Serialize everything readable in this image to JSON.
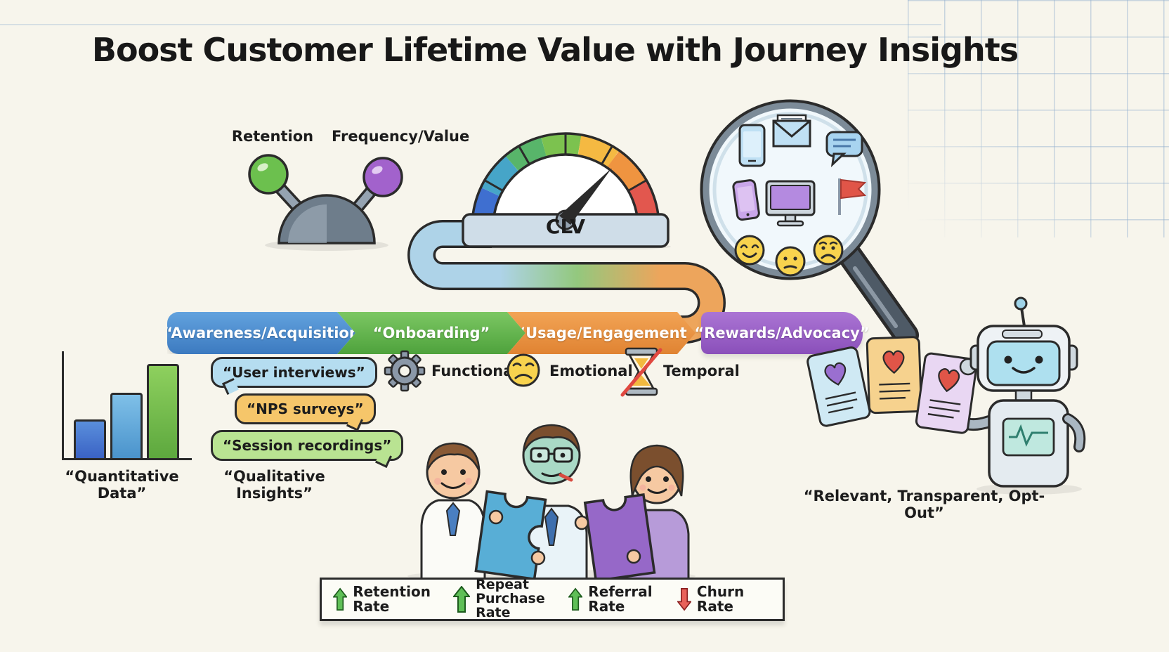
{
  "title": "Boost Customer Lifetime Value with Journey Insights",
  "levers": {
    "left_label": "Retention",
    "right_label": "Frequency/Value",
    "left_ball_color": "#6cc04e",
    "right_ball_color": "#a262cc"
  },
  "gauge": {
    "label": "CLV",
    "arc_colors": [
      "#3f6fd0",
      "#46a5c8",
      "#58b56a",
      "#7cc24f",
      "#f5b942",
      "#ef9440",
      "#e2574e"
    ]
  },
  "magnifier": {
    "icon_names": [
      "smartphone-icon",
      "email-icon",
      "chat-bubble-icon",
      "mobile-phone-icon",
      "monitor-icon",
      "flag-icon",
      "happy-face-icon",
      "neutral-face-icon",
      "sad-face-icon"
    ]
  },
  "journey": {
    "stages": [
      {
        "label": "“Awareness/Acquisition",
        "color": "#4a8ed2"
      },
      {
        "label": "“Onboarding”",
        "color": "#63b54e"
      },
      {
        "label": "“Usage/Engagement",
        "color": "#ee9440"
      },
      {
        "label": "“Rewards/Advocacy”",
        "color": "#9b63c8"
      }
    ]
  },
  "research": {
    "quantitative_label": "“Quantitative Data”",
    "qualitative_label": "“Qualitative Insights”",
    "bubbles": [
      {
        "label": "“User interviews”",
        "color": "#b5ddf0"
      },
      {
        "label": "“NPS surveys”",
        "color": "#f6c66a"
      },
      {
        "label": "“Session recordings”",
        "color": "#b9e392"
      }
    ]
  },
  "need_types": [
    {
      "icon": "gear-icon",
      "label": "Functional"
    },
    {
      "icon": "sad-face-icon",
      "label": "Emotional"
    },
    {
      "icon": "crossed-hourglass-icon",
      "label": "Temporal"
    }
  ],
  "robot": {
    "caption": "“Relevant, Transparent, Opt-Out”"
  },
  "metrics": [
    {
      "direction": "up",
      "label": "Retention Rate",
      "arrow_color": "#5fbf57"
    },
    {
      "direction": "up",
      "label": "Repeat Purchase Rate",
      "arrow_color": "#5fbf57"
    },
    {
      "direction": "up",
      "label": "Referral Rate",
      "arrow_color": "#5fbf57"
    },
    {
      "direction": "down",
      "label": "Churn Rate",
      "arrow_color": "#e8625a"
    }
  ]
}
